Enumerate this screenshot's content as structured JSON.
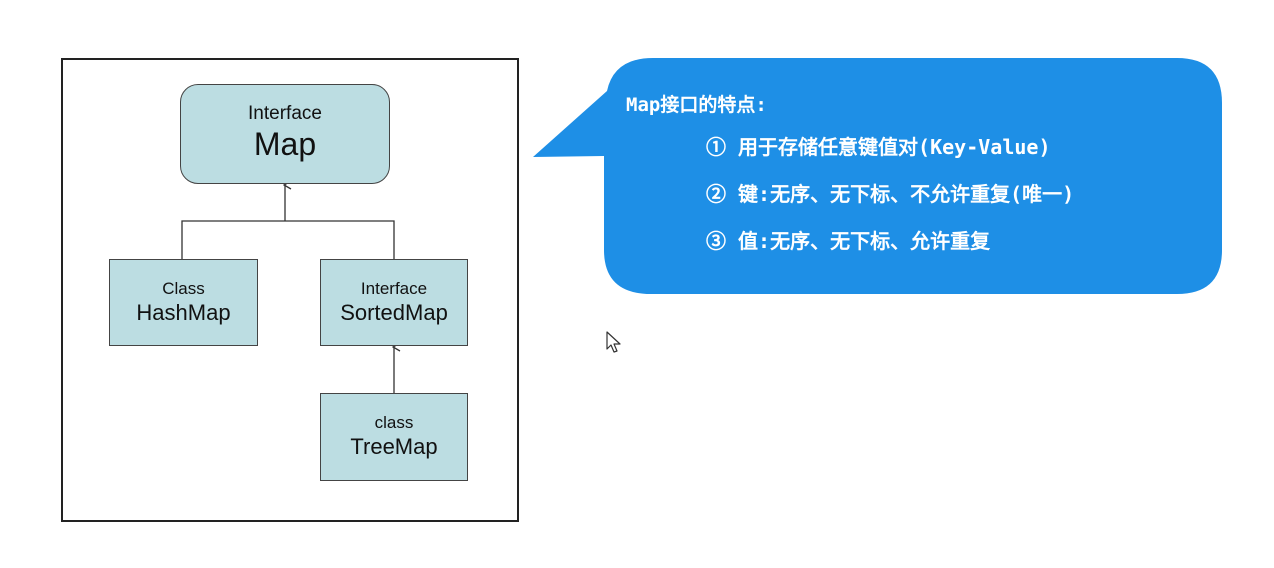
{
  "diagram": {
    "nodes": {
      "map": {
        "kind": "Interface",
        "name": "Map"
      },
      "hashmap": {
        "kind": "Class",
        "name": "HashMap"
      },
      "sortedmap": {
        "kind": "Interface",
        "name": "SortedMap"
      },
      "treemap": {
        "kind": "class",
        "name": "TreeMap"
      }
    }
  },
  "callout": {
    "title": "Map接口的特点:",
    "items": [
      "① 用于存储任意键值对(Key-Value)",
      "② 键:无序、无下标、不允许重复(唯一)",
      "③ 值:无序、无下标、允许重复"
    ],
    "color": "#1e8fe6"
  },
  "cursor": {
    "icon": "mouse-pointer-icon"
  }
}
